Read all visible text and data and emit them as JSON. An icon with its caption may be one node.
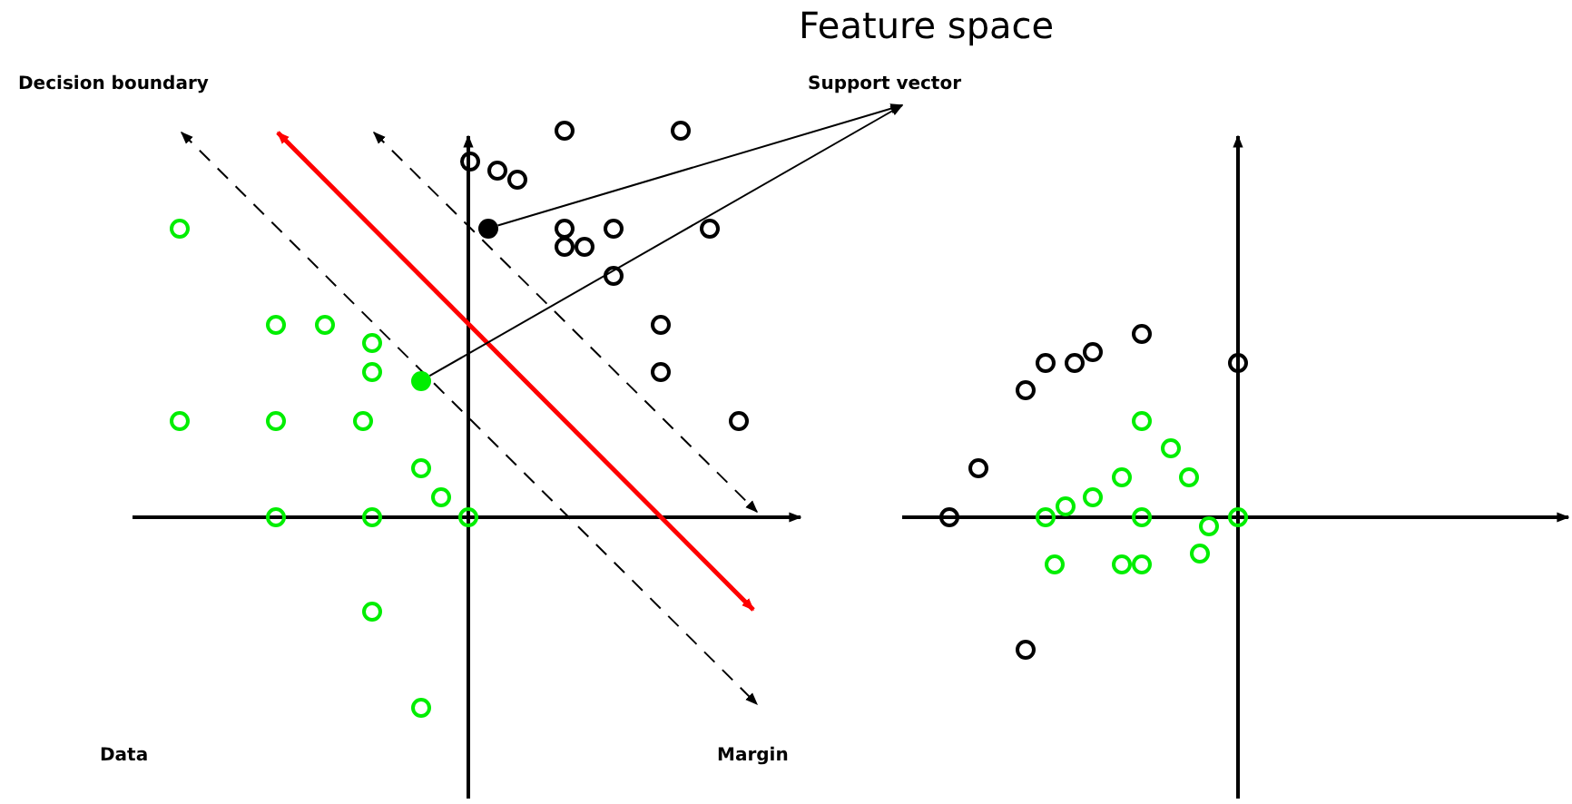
{
  "diagram": {
    "title": "Feature space",
    "nodes": [
      {
        "text": [
          "Support vector"
        ]
      },
      {
        "text": [],
        "shape": "circle"
      },
      {
        "text": [],
        "shape": "circle"
      }
    ],
    "edges": [
      {
        "from": 1,
        "to": 0,
        "arrow": "to"
      },
      {
        "from": 2,
        "to": 0,
        "arrow": "to"
      }
    ],
    "labels": [
      "Decision boundary",
      "Data",
      "Margin"
    ]
  }
}
